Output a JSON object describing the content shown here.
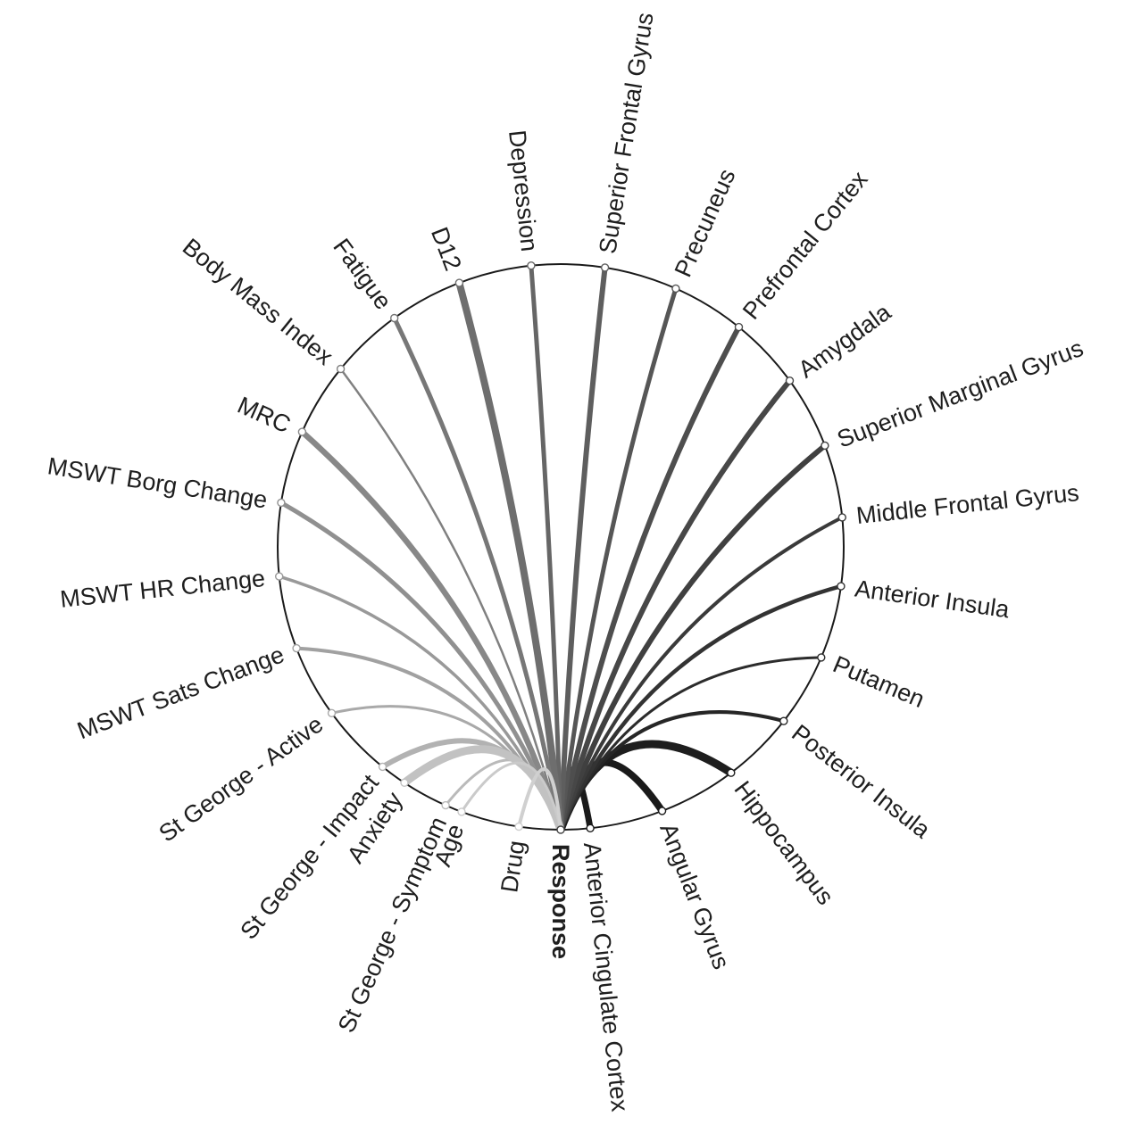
{
  "diagram": {
    "type": "chord-diagram",
    "hub": {
      "name": "Response",
      "bold": true
    },
    "nodes": [
      {
        "name": "Anterior Cingulate Cortex",
        "angle": 84,
        "weight": 7,
        "color": "#1a1a1a"
      },
      {
        "name": "Angular Gyrus",
        "angle": 69,
        "weight": 8,
        "color": "#1a1a1a"
      },
      {
        "name": "Hippocampus",
        "angle": 53,
        "weight": 9,
        "color": "#1e1e1e"
      },
      {
        "name": "Posterior Insula",
        "angle": 38,
        "weight": 4,
        "color": "#262626"
      },
      {
        "name": "Putamen",
        "angle": 23,
        "weight": 3,
        "color": "#2c2c2c"
      },
      {
        "name": "Anterior Insula",
        "angle": 8,
        "weight": 4.5,
        "color": "#333333"
      },
      {
        "name": "Middle Frontal Gyrus",
        "angle": -6,
        "weight": 4,
        "color": "#3a3a3a"
      },
      {
        "name": "Superior Marginal Gyrus",
        "angle": -21,
        "weight": 6,
        "color": "#404040"
      },
      {
        "name": "Amygdala",
        "angle": -36,
        "weight": 6,
        "color": "#474747"
      },
      {
        "name": "Prefrontal Cortex",
        "angle": -51,
        "weight": 6,
        "color": "#4e4e4e"
      },
      {
        "name": "Precuneus",
        "angle": -66,
        "weight": 5,
        "color": "#565656"
      },
      {
        "name": "Superior Frontal Gyrus",
        "angle": -81,
        "weight": 6,
        "color": "#5e5e5e"
      },
      {
        "name": "Depression",
        "angle": -96,
        "weight": 5,
        "color": "#666666"
      },
      {
        "name": "D12",
        "angle": -111,
        "weight": 8,
        "color": "#6e6e6e"
      },
      {
        "name": "Fatigue",
        "angle": -126,
        "weight": 5,
        "color": "#777777"
      },
      {
        "name": "Body Mass Index",
        "angle": -141,
        "weight": 2.5,
        "color": "#808080"
      },
      {
        "name": "MRC",
        "angle": -156,
        "weight": 6.5,
        "color": "#888888"
      },
      {
        "name": "MSWT Borg Change",
        "angle": -171,
        "weight": 5,
        "color": "#909090"
      },
      {
        "name": "MSWT HR Change",
        "angle": 174,
        "weight": 3.5,
        "color": "#999999"
      },
      {
        "name": "MSWT Sats Change",
        "angle": 159,
        "weight": 4,
        "color": "#a1a1a1"
      },
      {
        "name": "St George - Active",
        "angle": 144,
        "weight": 3,
        "color": "#a9a9a9"
      },
      {
        "name": "St George - Impact",
        "angle": 129,
        "weight": 6,
        "color": "#b2b2b2"
      },
      {
        "name": "St George - Symptom",
        "angle": 114,
        "weight": 3,
        "color": "#bababa"
      },
      {
        "name": "Anxiety",
        "angle": 123.5,
        "weight": 9,
        "color": "#c2c2c2"
      },
      {
        "name": "Age",
        "angle": 110.5,
        "weight": 3,
        "color": "#cacaca"
      },
      {
        "name": "Drug",
        "angle": 98.5,
        "weight": 4,
        "color": "#d0d0d0"
      }
    ]
  }
}
